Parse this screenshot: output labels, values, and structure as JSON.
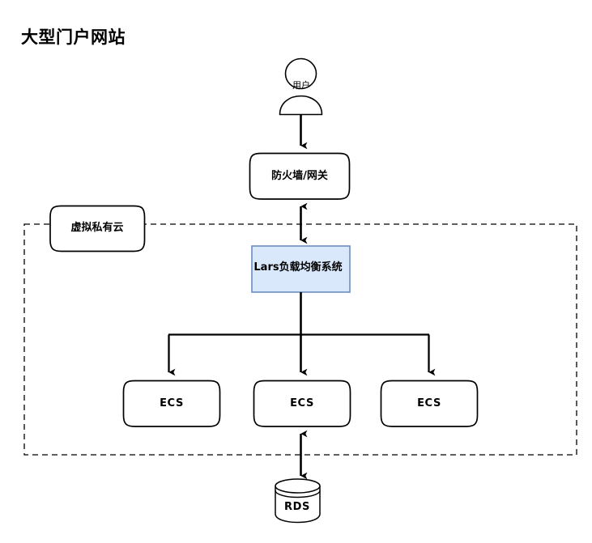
{
  "diagram": {
    "title": "大型门户网站",
    "type": "architecture-diagram",
    "background_color": "#ffffff",
    "stroke_color": "#000000",
    "boundary": {
      "name": "虚拟私有云",
      "style": "dashed",
      "label_shape": "rounded-rectangle"
    },
    "nodes": [
      {
        "id": "user",
        "label": "用户",
        "shape": "actor",
        "fill": "#ffffff",
        "stroke": "#000000"
      },
      {
        "id": "firewall",
        "label": "防火墙/网关",
        "shape": "rounded-rectangle",
        "fill": "#ffffff",
        "stroke": "#000000"
      },
      {
        "id": "vpc",
        "label": "虚拟私有云",
        "shape": "rounded-rectangle",
        "fill": "#ffffff",
        "stroke": "#000000"
      },
      {
        "id": "lars",
        "label": "Lars负载均衡系统",
        "shape": "rectangle",
        "fill": "#dae8fc",
        "stroke": "#6c8ebf"
      },
      {
        "id": "ecs-1",
        "label": "ECS",
        "shape": "rounded-rectangle",
        "fill": "#ffffff",
        "stroke": "#000000"
      },
      {
        "id": "ecs-2",
        "label": "ECS",
        "shape": "rounded-rectangle",
        "fill": "#ffffff",
        "stroke": "#000000"
      },
      {
        "id": "ecs-3",
        "label": "ECS",
        "shape": "rounded-rectangle",
        "fill": "#ffffff",
        "stroke": "#000000"
      },
      {
        "id": "rds",
        "label": "RDS",
        "shape": "cylinder",
        "fill": "#ffffff",
        "stroke": "#000000"
      }
    ],
    "edges": [
      {
        "from": "user",
        "to": "firewall",
        "direction": "single"
      },
      {
        "from": "firewall",
        "to": "lars",
        "direction": "bidirectional"
      },
      {
        "from": "lars",
        "to": "ecs-1",
        "direction": "single"
      },
      {
        "from": "lars",
        "to": "ecs-2",
        "direction": "single"
      },
      {
        "from": "lars",
        "to": "ecs-3",
        "direction": "single"
      },
      {
        "from": "ecs-2",
        "to": "rds",
        "direction": "bidirectional"
      }
    ]
  }
}
